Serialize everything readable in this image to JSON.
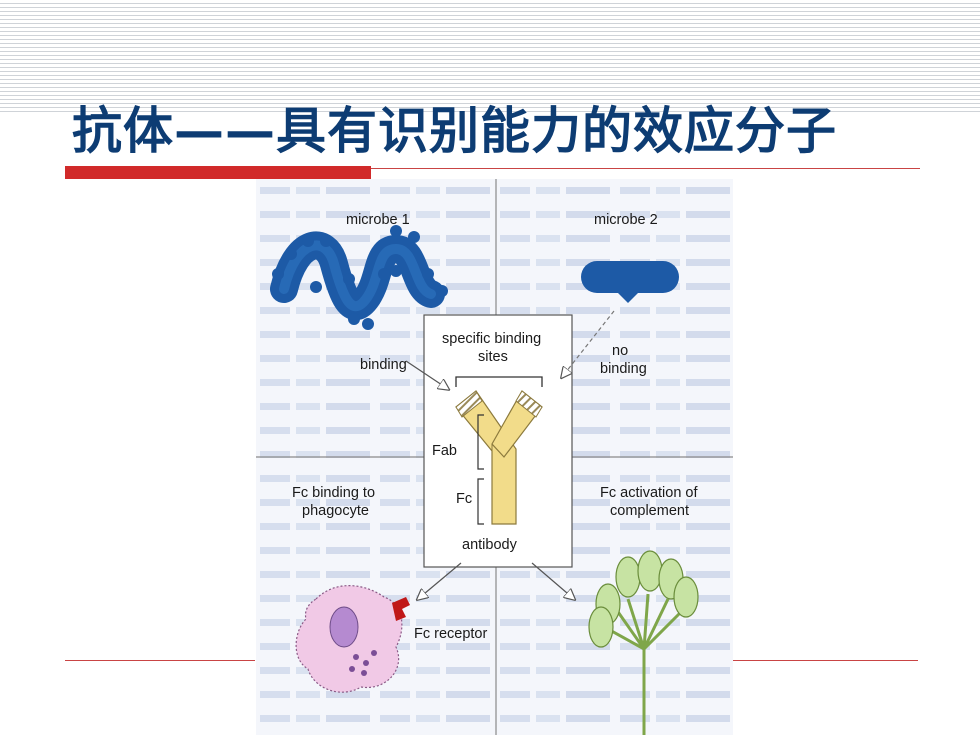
{
  "slide": {
    "title": "抗体——具有识别能力的效应分子"
  },
  "figure": {
    "labels": {
      "microbe1": "microbe 1",
      "microbe2": "microbe 2",
      "binding": "binding",
      "no_binding_1": "no",
      "no_binding_2": "binding",
      "specific_1": "specific binding",
      "specific_2": "sites",
      "fab": "Fab",
      "fc": "Fc",
      "antibody": "antibody",
      "fc_binding_1": "Fc binding to",
      "fc_binding_2": "phagocyte",
      "fc_activation_1": "Fc activation of",
      "fc_activation_2": "complement",
      "fc_receptor": "Fc receptor"
    },
    "colors": {
      "microbe": "#1d5aa6",
      "antibody": "#f2dc8a",
      "phagocyte": "#f1c9e6",
      "complement": "#c7e3a3",
      "background_text": "#dce4f2"
    }
  }
}
